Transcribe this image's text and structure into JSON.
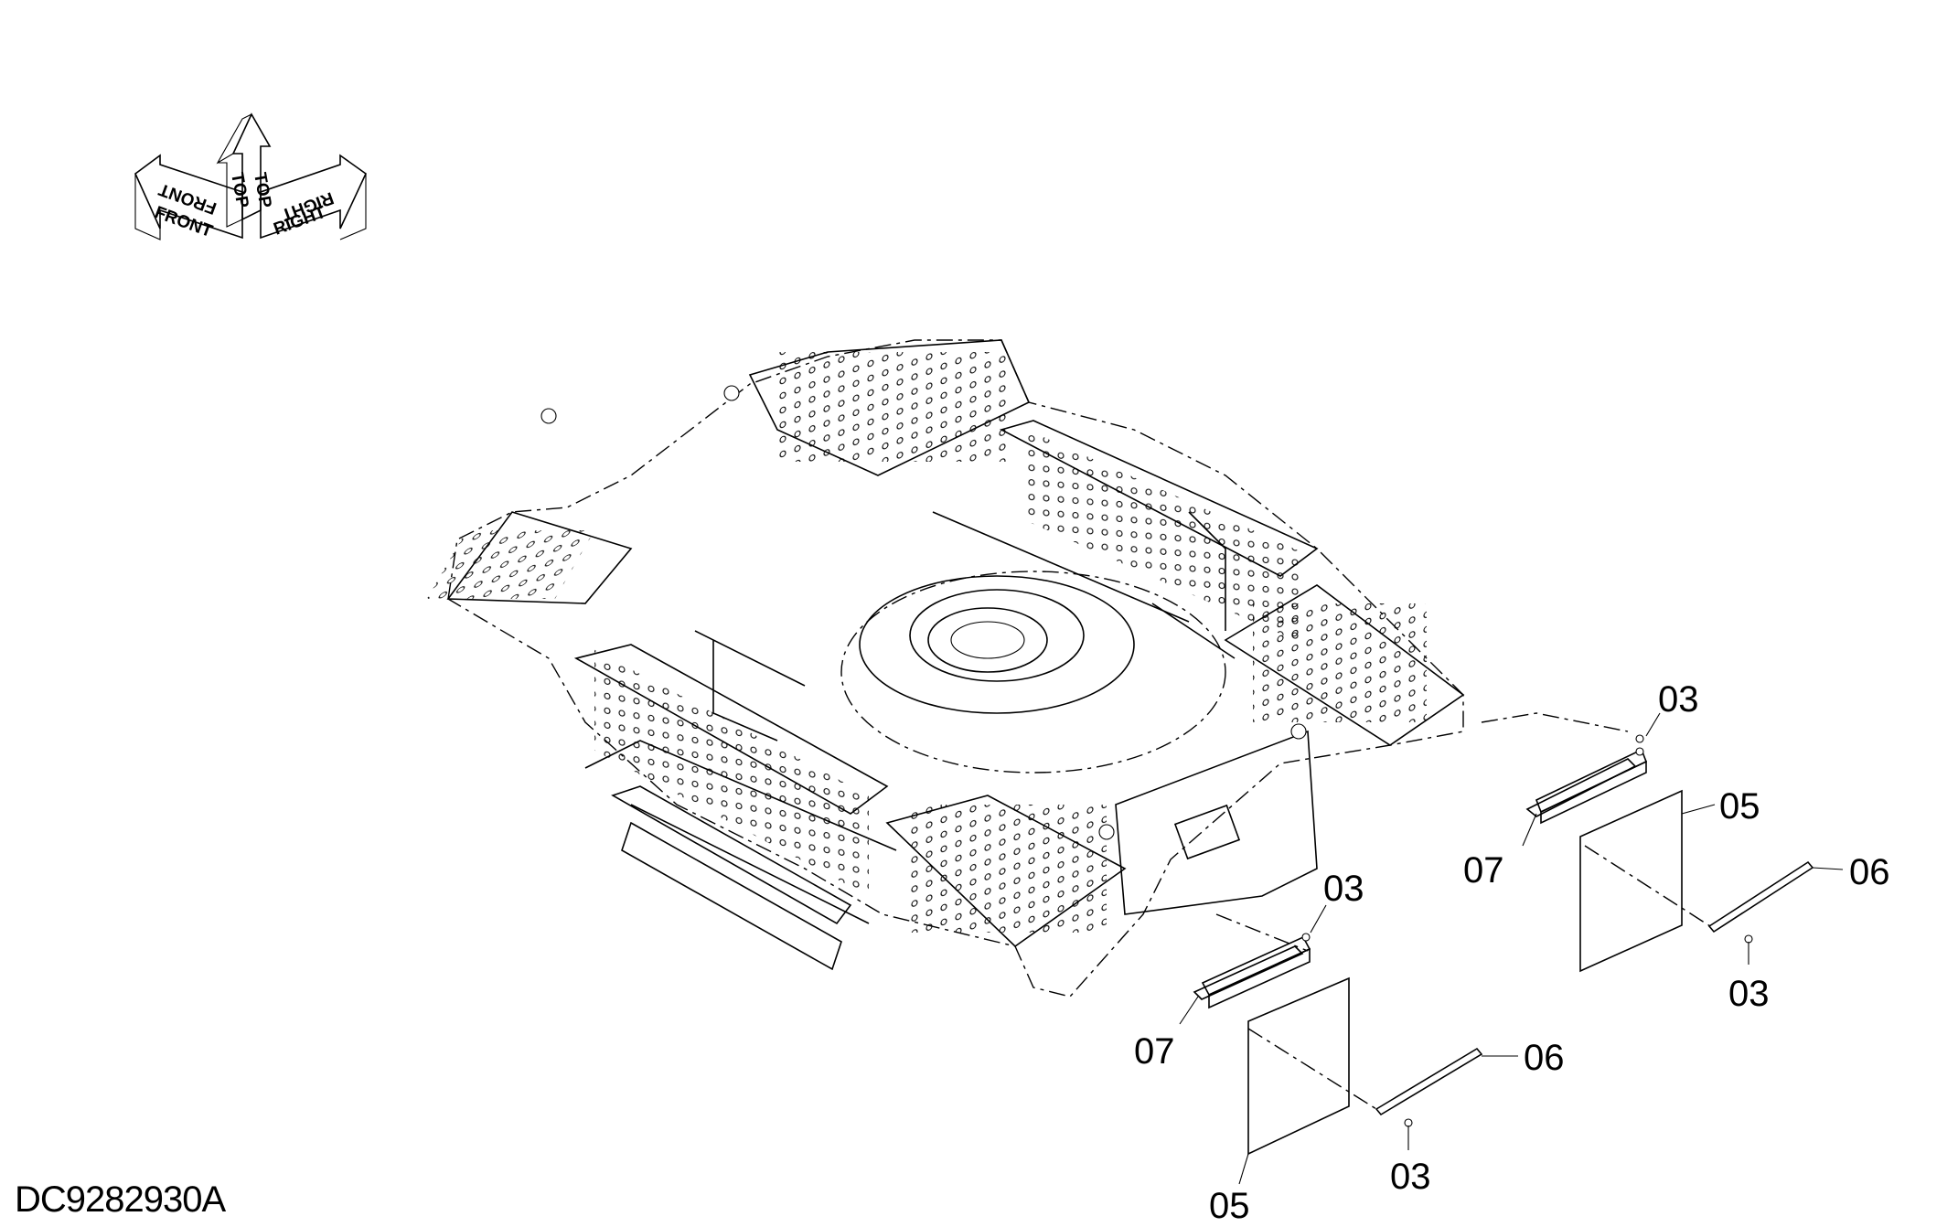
{
  "drawing_id": "DC9282930A",
  "orientation_labels": {
    "front": "FRONT",
    "top": "TOP",
    "right": "RIGHT"
  },
  "callouts": [
    {
      "id": "c03-upper-right",
      "label": "03"
    },
    {
      "id": "c05-upper-right",
      "label": "05"
    },
    {
      "id": "c07-upper-right",
      "label": "07"
    },
    {
      "id": "c06-upper-right",
      "label": "06"
    },
    {
      "id": "c03-mid-right",
      "label": "03"
    },
    {
      "id": "c03-upper-left",
      "label": "03"
    },
    {
      "id": "c07-lower-left",
      "label": "07"
    },
    {
      "id": "c06-lower",
      "label": "06"
    },
    {
      "id": "c03-lower",
      "label": "03"
    },
    {
      "id": "c05-lower",
      "label": "05"
    }
  ]
}
